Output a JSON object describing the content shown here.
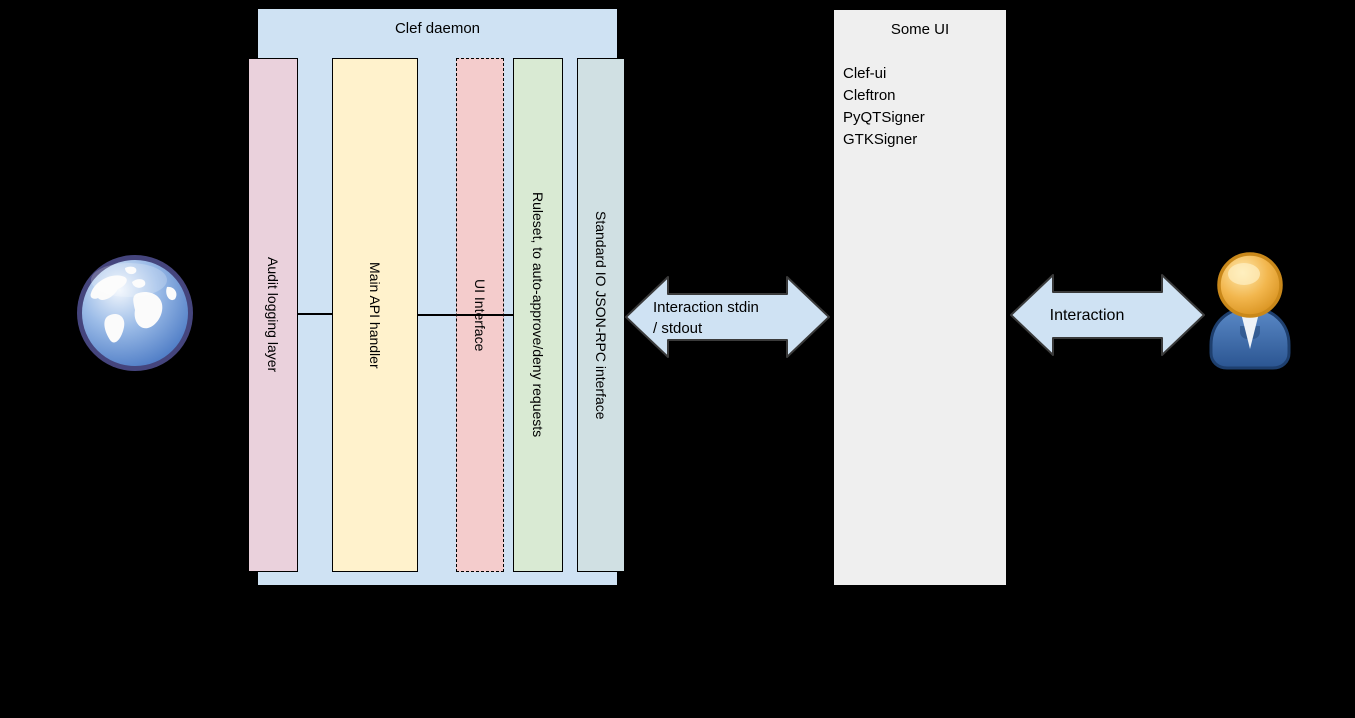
{
  "canvas": {
    "background": "#000000"
  },
  "left_node": {
    "icon": "globe-icon"
  },
  "clef_daemon": {
    "title": "Clef daemon",
    "fill": "#cfe2f3",
    "bars": [
      {
        "label": "Audit logging layer",
        "fill": "#ead1dc",
        "border_style": "solid"
      },
      {
        "label": "Main API handler",
        "fill": "#fff2cc",
        "border_style": "solid"
      },
      {
        "label": "UI Interface",
        "fill": "#f4cccc",
        "border_style": "dashed"
      },
      {
        "label": "Ruleset, to auto-approve/deny requests",
        "fill": "#d9ead3",
        "border_style": "solid"
      },
      {
        "label": "Standard IO JSON-RPC interface",
        "fill": "#d0e0e3",
        "border_style": "solid"
      }
    ]
  },
  "stdio_arrow": {
    "line1": "Interaction stdin",
    "line2": "/ stdout",
    "fill": "#cfe2f3"
  },
  "some_ui": {
    "title": "Some UI",
    "fill": "#efefef",
    "items": [
      "Clef-ui",
      "Cleftron",
      "PyQTSigner",
      "GTKSigner"
    ]
  },
  "user_arrow": {
    "label": "Interaction",
    "fill": "#cfe2f3"
  },
  "right_node": {
    "icon": "person-icon"
  }
}
